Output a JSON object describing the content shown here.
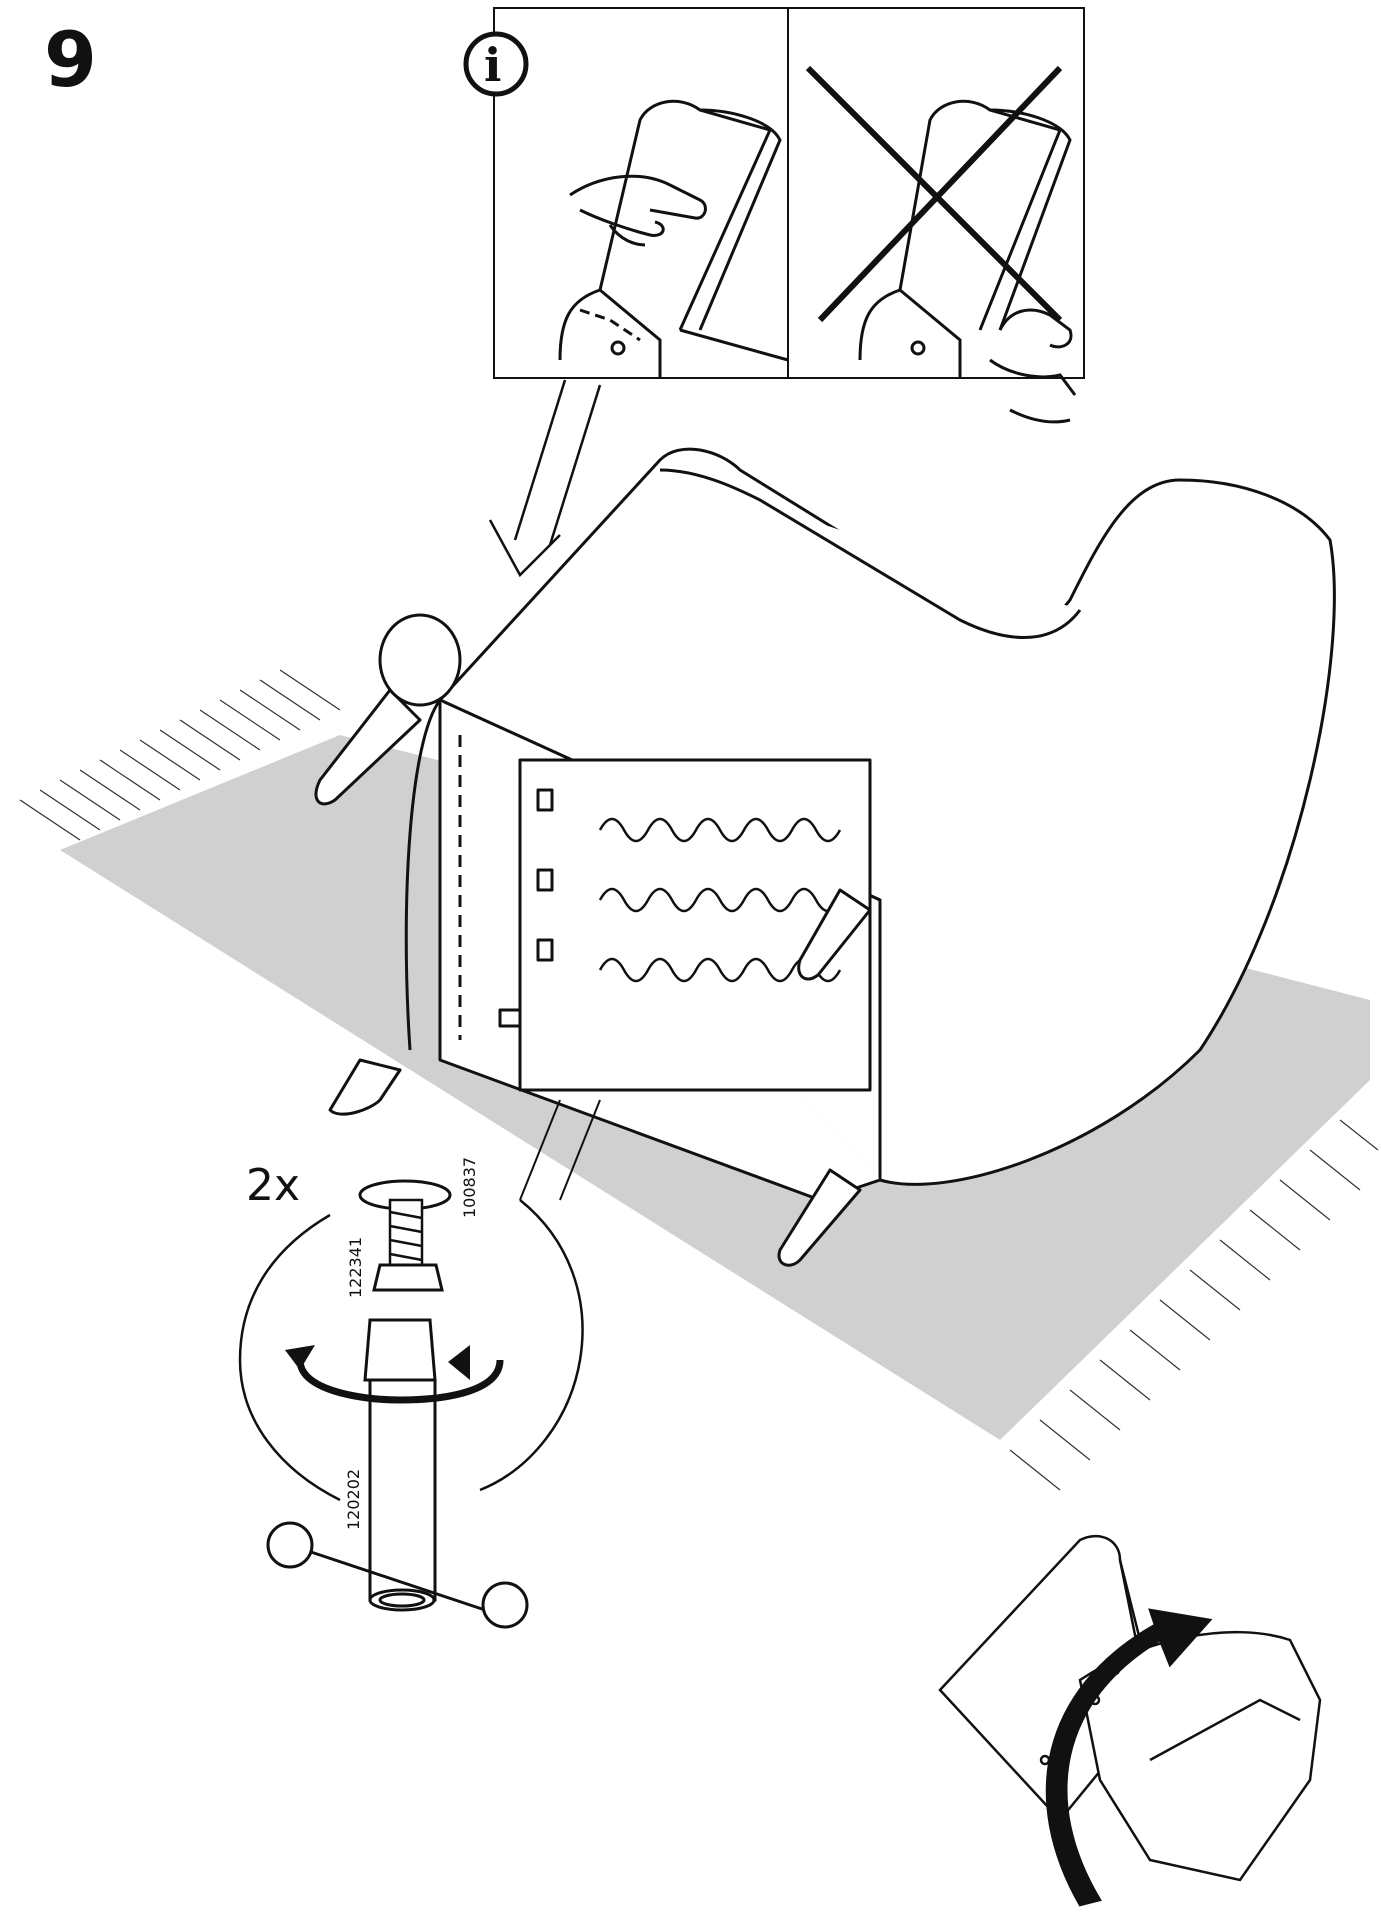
{
  "step": {
    "number": "9"
  },
  "info": {
    "icon": "info-icon",
    "letter": "i"
  },
  "parts": {
    "quantity_label": "2x",
    "codes": [
      "100837",
      "122341",
      "120202"
    ]
  },
  "icons": [
    "hand-pointing-icon",
    "hand-wrong-grip-icon",
    "cross-out-icon",
    "rotate-arrow-icon",
    "tighten-arrow-icon"
  ]
}
